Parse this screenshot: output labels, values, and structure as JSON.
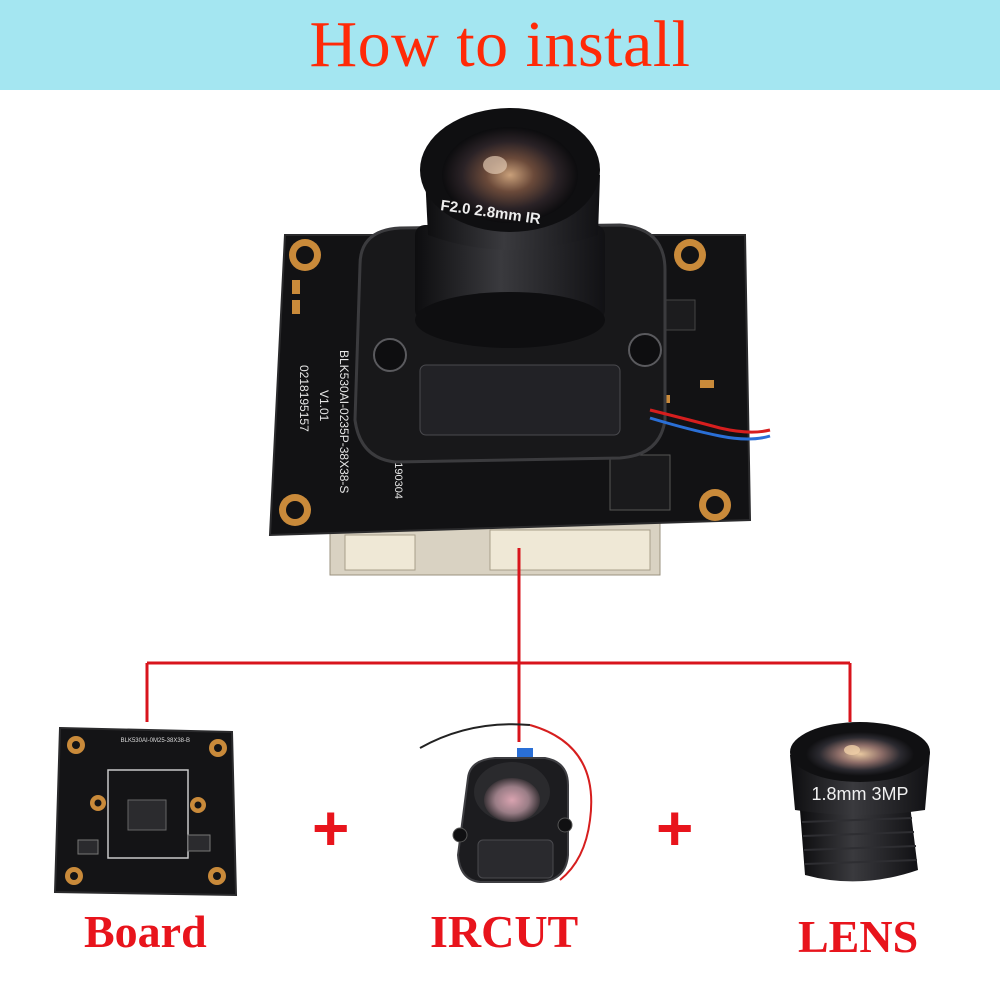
{
  "banner": {
    "title": "How to install"
  },
  "camera": {
    "lens_marking": "F2.0 2.8mm IR",
    "pcb_marking_1": "BLK530AI-0235P-38X38-S",
    "pcb_marking_2": "V1.01",
    "pcb_marking_3": "0218195157",
    "pcb_marking_4": "20190304"
  },
  "parts": {
    "board_label": "Board",
    "ircut_label": "IRCUT",
    "lens_label": "LENS",
    "lens_marking": "1.8mm 3MP",
    "board_marking": "BLK530AI-0M25-38X38-B"
  },
  "plus_sign": "+",
  "colors": {
    "banner_bg": "#a4e6f1",
    "title": "#ff2a08",
    "label": "#e8141c",
    "connector_line": "#d8141c"
  }
}
